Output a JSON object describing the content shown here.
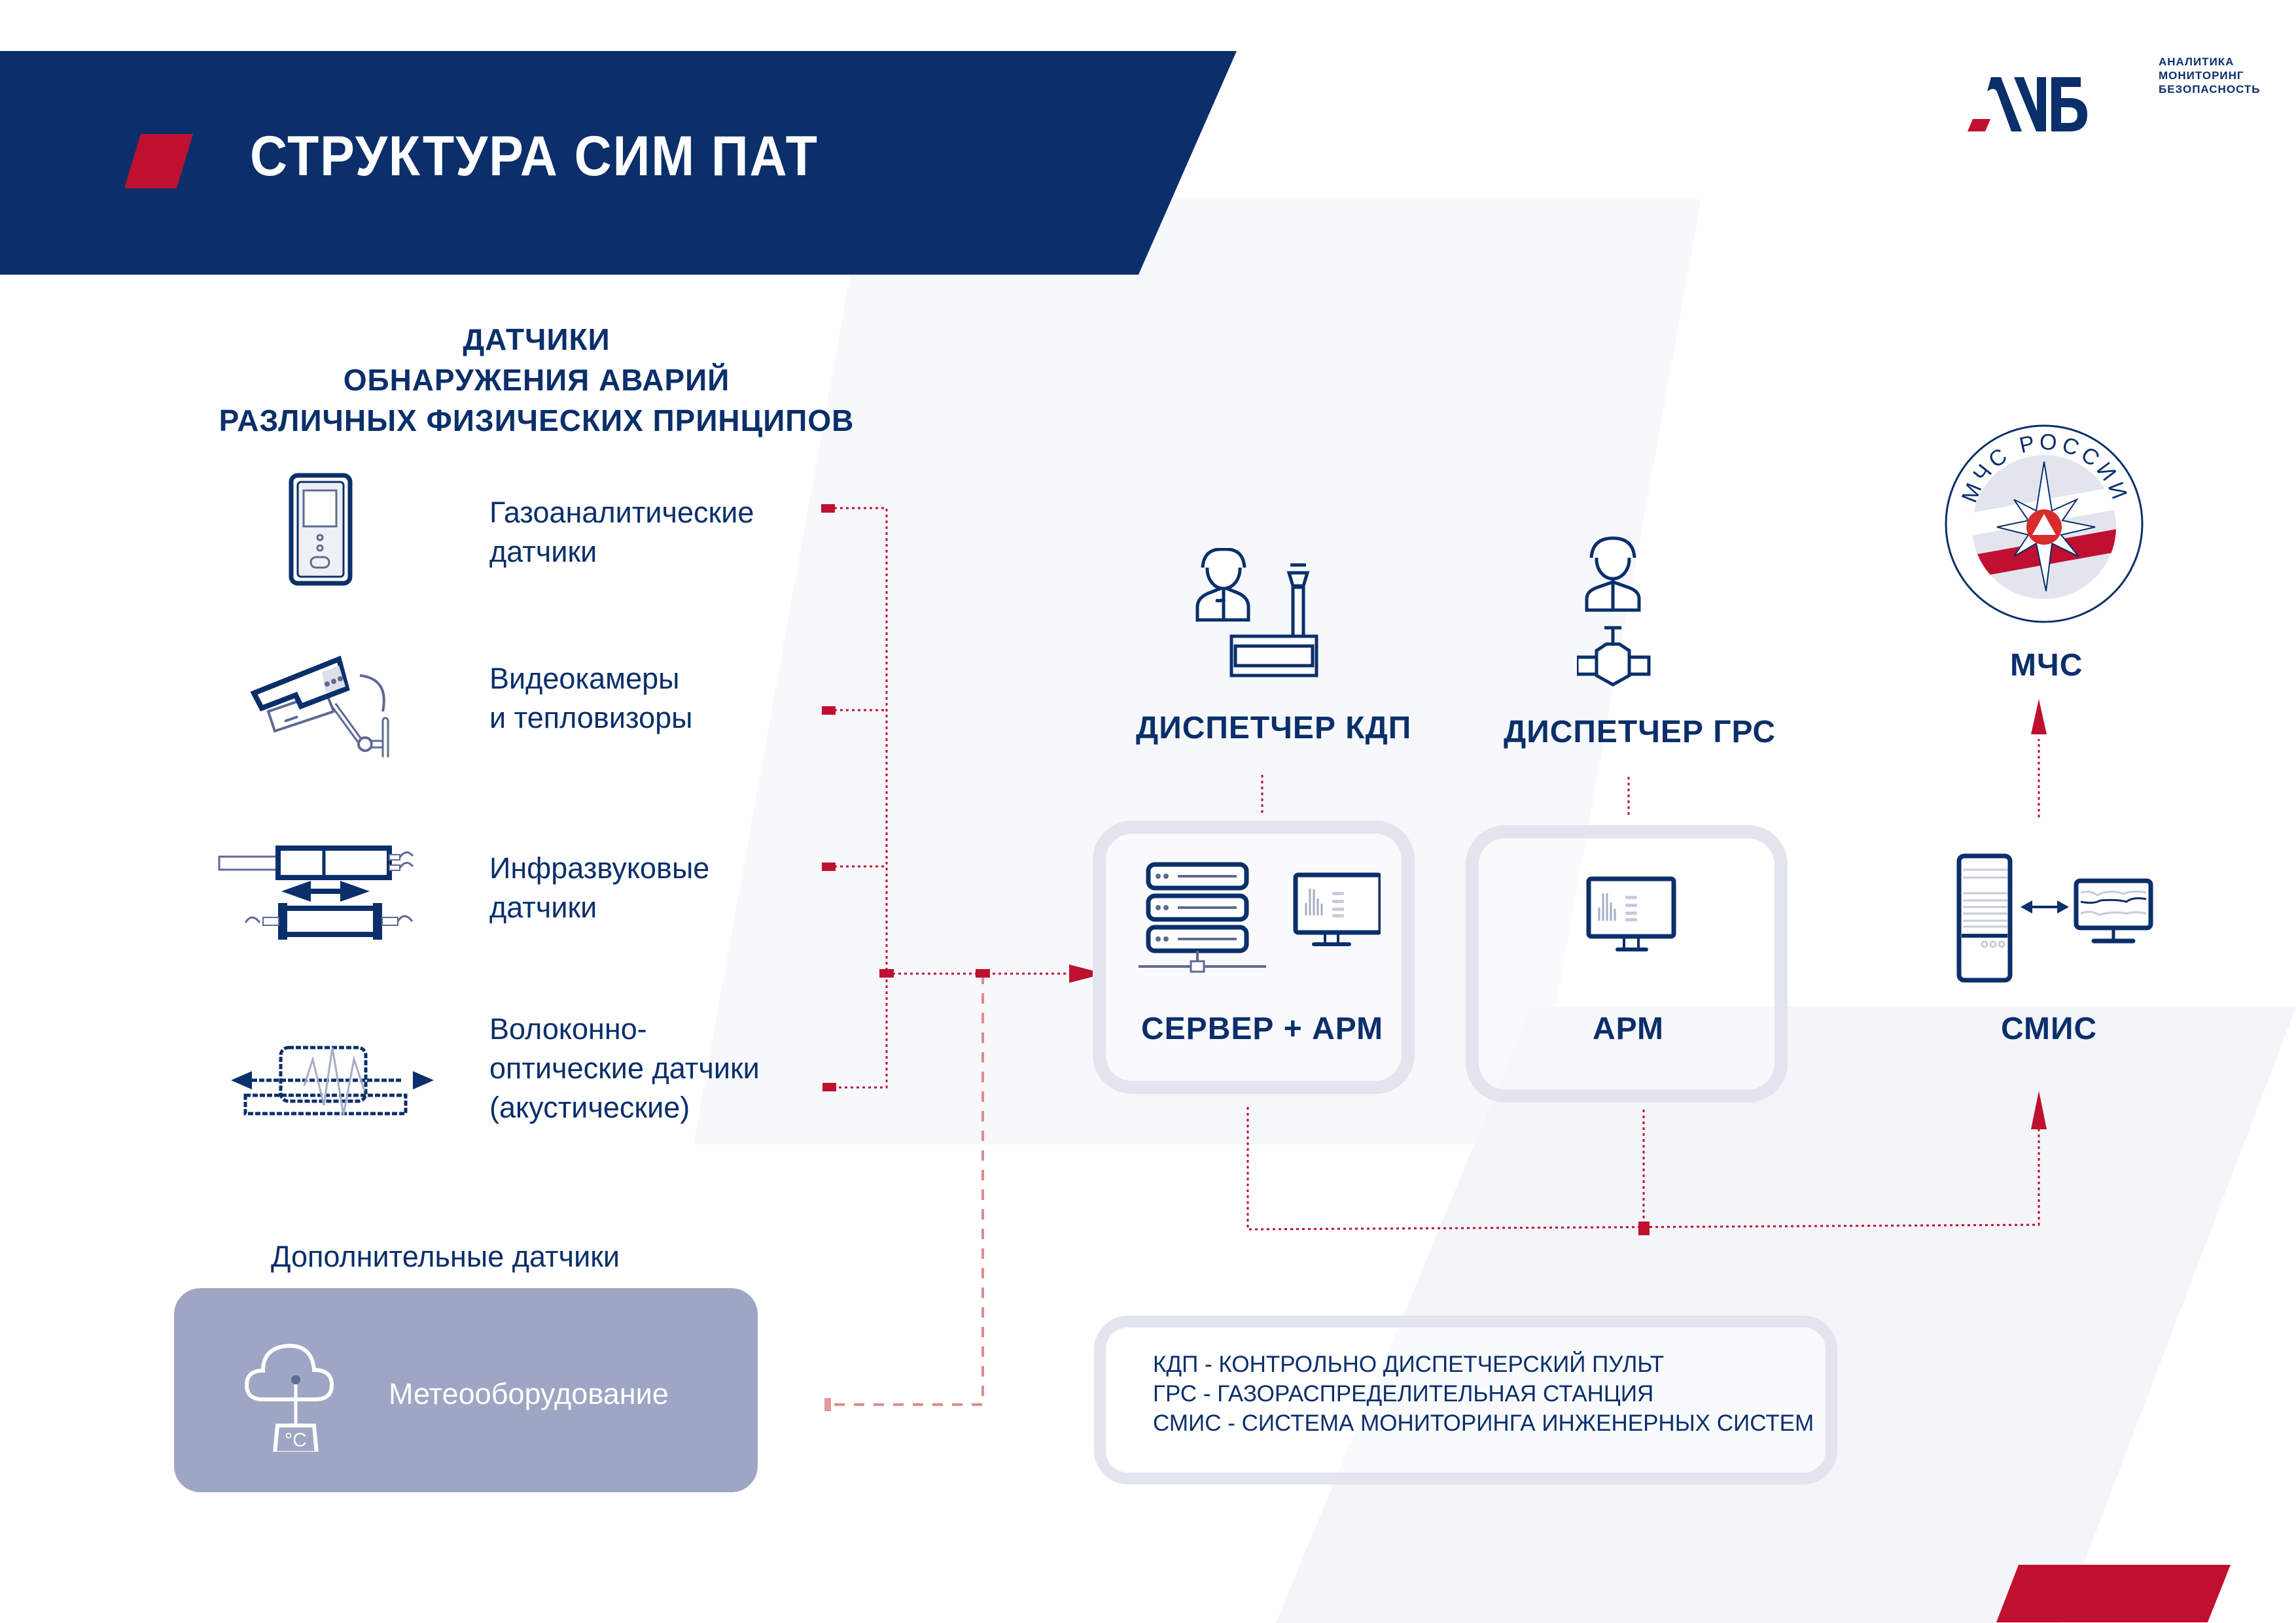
{
  "header": {
    "title": "СТРУКТУРА СИМ ПАТ"
  },
  "logo": {
    "mark": "ЛМБ",
    "tagline": [
      "АНАЛИТИКА",
      "МОНИТОРИНГ",
      "БЕЗОПАСНОСТЬ"
    ]
  },
  "colors": {
    "brand_navy": "#0a2f6b",
    "accent_red": "#c01030",
    "meteo_box": "#9ea6c4",
    "box_border": "#e2e5ee",
    "bg_shape": "#f3f5f9"
  },
  "sensors": {
    "heading": [
      "ДАТЧИКИ",
      "ОБНАРУЖЕНИЯ АВАРИЙ",
      "РАЗЛИЧНЫХ ФИЗИЧЕСКИХ ПРИНЦИПОВ"
    ],
    "items": [
      {
        "icon": "gas-analyzer-icon",
        "lines": [
          "Газоаналитические",
          "датчики"
        ]
      },
      {
        "icon": "video-camera-icon",
        "lines": [
          "Видеокамеры",
          "и тепловизоры"
        ]
      },
      {
        "icon": "infrasound-sensor-icon",
        "lines": [
          "Инфразвуковые",
          "датчики"
        ]
      },
      {
        "icon": "fiber-optic-sensor-icon",
        "lines": [
          "Волоконно-",
          "оптические датчики",
          "(акустические)"
        ]
      }
    ],
    "extra_title": "Дополнительные датчики",
    "extra_item": {
      "icon": "weather-station-icon",
      "label": "Метеооборудование",
      "unit": "°C"
    }
  },
  "nodes": {
    "dispatcher_kdp": {
      "label": "ДИСПЕТЧЕР КДП",
      "icon": "dispatcher-tower-icon"
    },
    "dispatcher_grs": {
      "label": "ДИСПЕТЧЕР ГРС",
      "icon": "dispatcher-valve-icon"
    },
    "server_arm": {
      "label": "СЕРВЕР + АРМ",
      "icon": "server-rack-icon"
    },
    "arm": {
      "label": "АРМ",
      "icon": "monitor-icon"
    },
    "smis": {
      "label": "СМИС",
      "icon": "computer-tower-icon"
    },
    "mchs": {
      "label": "МЧС",
      "emblem_text": "МЧС РОССИИ",
      "icon": "mchs-emblem-icon"
    }
  },
  "legend": {
    "lines": [
      "КДП - КОНТРОЛЬНО ДИСПЕТЧЕРСКИЙ ПУЛЬТ",
      "ГРС - ГАЗОРАСПРЕДЕЛИТЕЛЬНАЯ СТАНЦИЯ",
      "СМИС - СИСТЕМА МОНИТОРИНГА ИНЖЕНЕРНЫХ СИСТЕМ"
    ]
  }
}
